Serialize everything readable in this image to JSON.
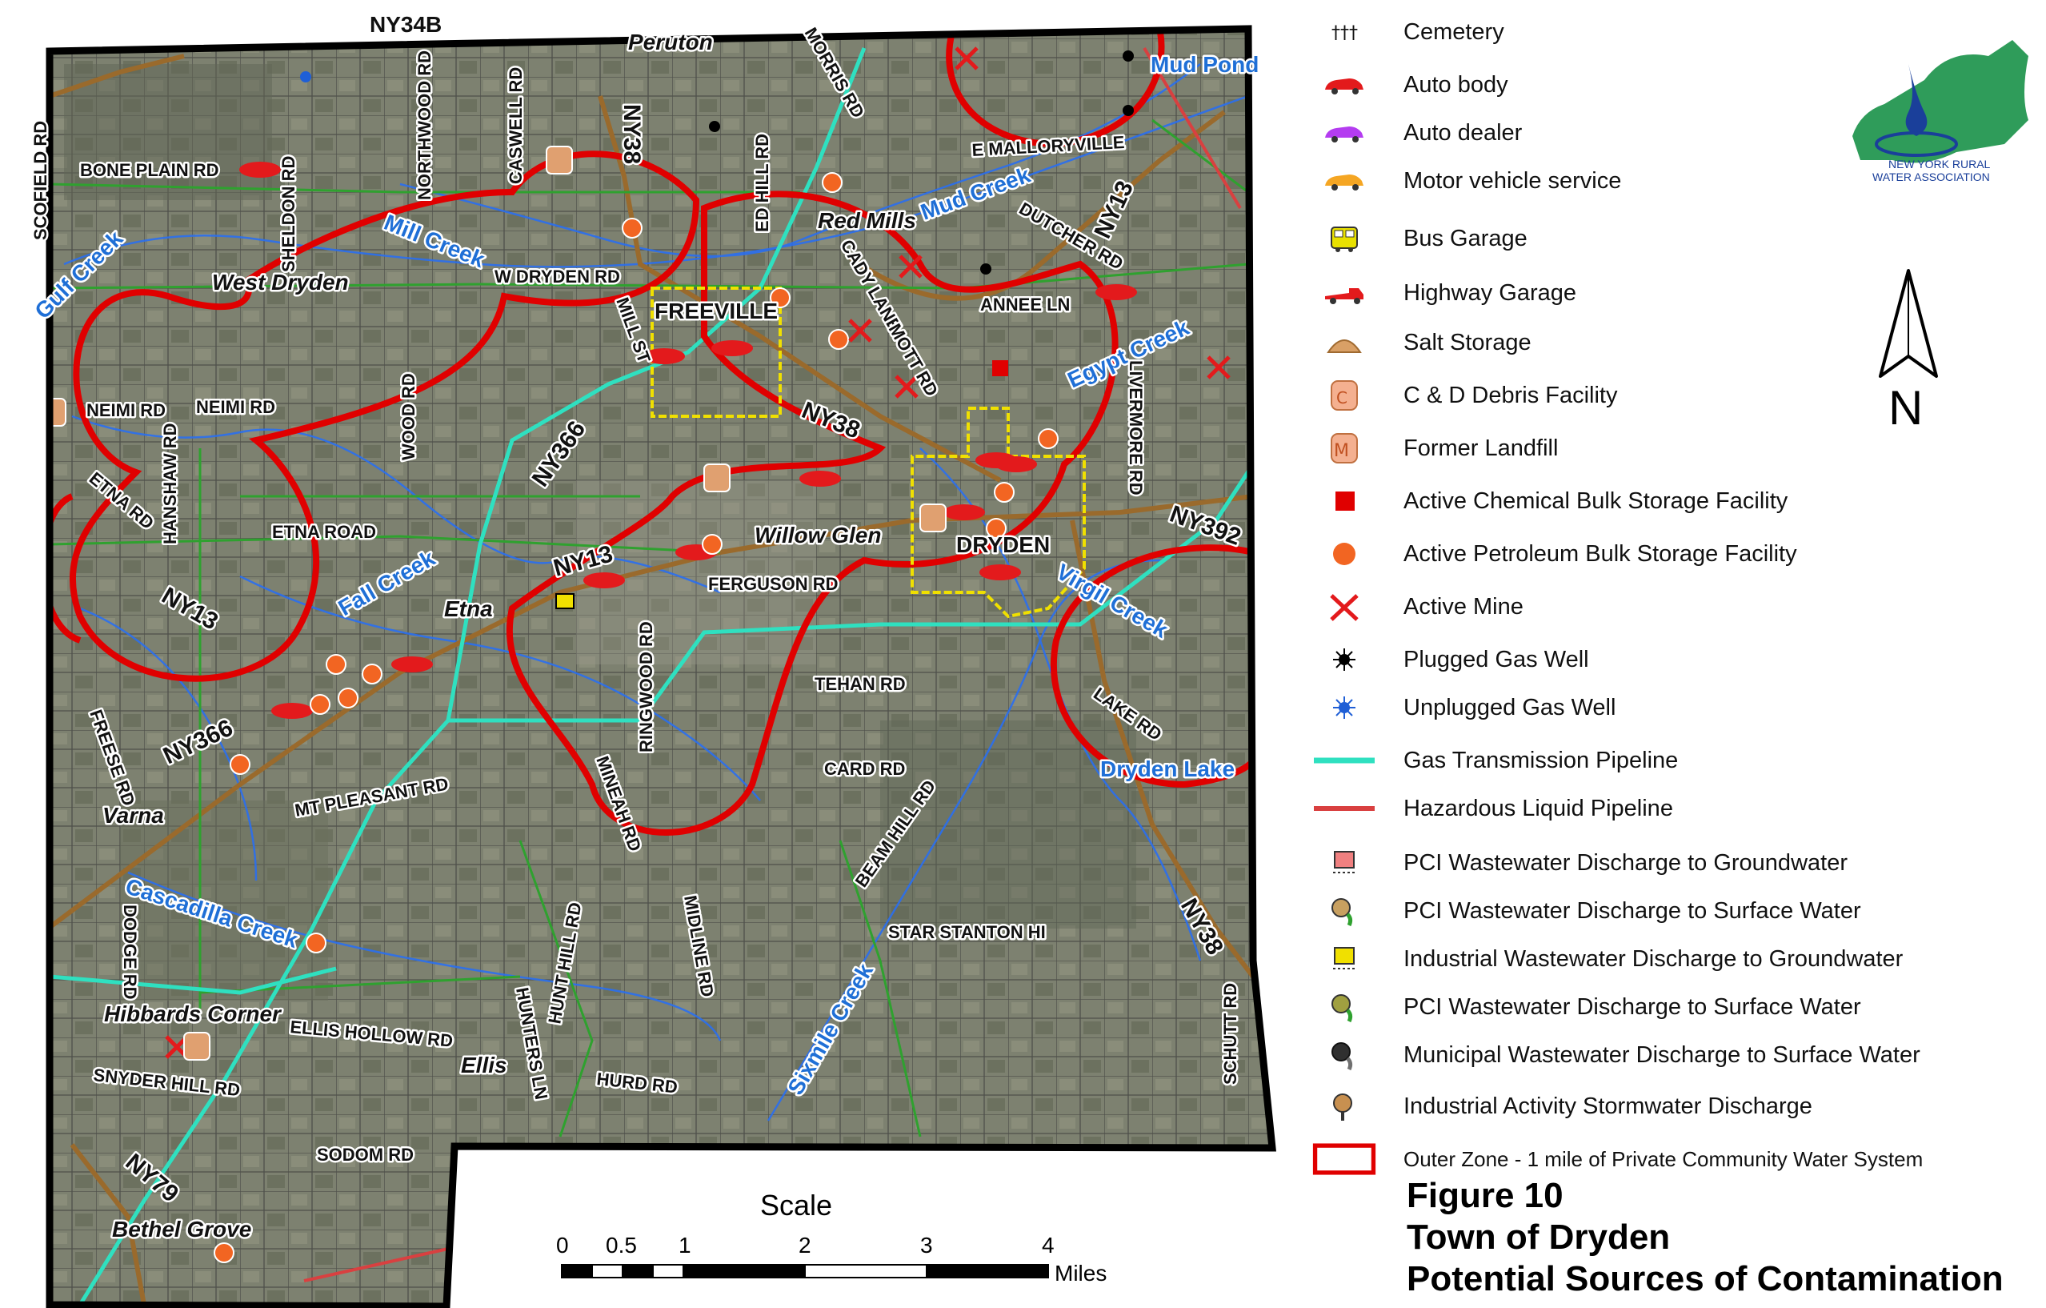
{
  "map": {
    "towns": [
      "FREEVILLE",
      "DRYDEN",
      "Red Mills",
      "West Dryden",
      "Willow Glen",
      "Etna",
      "Varna",
      "Hibbards Corner",
      "Ellis",
      "Bethel Grove",
      "Peruton"
    ],
    "roads": [
      "NY34B",
      "NY38",
      "NY13",
      "NY366",
      "NY392",
      "NY79",
      "SCOFIELD RD",
      "BONE PLAIN RD",
      "SHELDON RD",
      "NORTHWOOD RD",
      "CASWELL RD",
      "MORRIS RD",
      "ED HILL RD",
      "E MALLORYVILLE",
      "DUTCHER RD",
      "W DRYDEN RD",
      "MILL ST",
      "CADY LANE",
      "MOTT RD",
      "ANNEE LN",
      "LIVERMORE RD",
      "NEIMI RD",
      "WOOD RD",
      "ETNA RD",
      "HANSHAW RD",
      "ETNA ROAD",
      "FERGUSON RD",
      "TEHAN RD",
      "RINGWOOD RD",
      "MINEAH RD",
      "CARD RD",
      "LAKE RD",
      "MT PLEASANT RD",
      "FREESE RD",
      "BEAM HILL RD",
      "STAR STANTON HI",
      "DODGE RD",
      "HUNT HILL RD",
      "MIDLINE RD",
      "ELLIS HOLLOW RD",
      "SNYDER HILL RD",
      "HUNTERS LN",
      "HURD RD",
      "SODOM RD",
      "SCHUTT RD"
    ],
    "waters": [
      "Mud Pond",
      "Mud Creek",
      "Mill Creek",
      "Gulf Creek",
      "Egypt Creek",
      "Fall Creek",
      "Virgil Creek",
      "Dryden Lake",
      "Cascadilla Creek",
      "Sixmile Creek"
    ]
  },
  "legend": {
    "items": [
      {
        "label": "Cemetery",
        "icon": "cemetery-icon"
      },
      {
        "label": "Auto body",
        "icon": "car-icon",
        "color": "#e31a1c"
      },
      {
        "label": "Auto dealer",
        "icon": "car-icon",
        "color": "#b43cf0"
      },
      {
        "label": "Motor vehicle service",
        "icon": "car-icon",
        "color": "#f5a623"
      },
      {
        "label": "Bus Garage",
        "icon": "bus-icon",
        "color": "#d8d000"
      },
      {
        "label": "Highway Garage",
        "icon": "truck-icon",
        "color": "#e31a1c"
      },
      {
        "label": "Salt Storage",
        "icon": "salt-pile-icon",
        "color": "#d9a066"
      },
      {
        "label": "C & D Debris Facility",
        "icon": "debris-icon",
        "color": "#f0a070"
      },
      {
        "label": "Former Landfill",
        "icon": "landfill-icon",
        "color": "#f0a070"
      },
      {
        "label": "Active Chemical Bulk Storage Facility",
        "icon": "square-icon",
        "color": "#e00000"
      },
      {
        "label": "Active Petroleum Bulk Storage Facility",
        "icon": "circle-icon",
        "color": "#f26522"
      },
      {
        "label": "Active Mine",
        "icon": "pickaxe-icon",
        "color": "#e31a1c"
      },
      {
        "label": "Plugged Gas Well",
        "icon": "plugged-well-icon",
        "color": "#000000"
      },
      {
        "label": "Unplugged Gas Well",
        "icon": "unplugged-well-icon",
        "color": "#1f5fd6"
      },
      {
        "label": "Gas Transmission Pipeline",
        "icon": "line-icon",
        "color": "#2fe0c0"
      },
      {
        "label": "Hazardous Liquid Pipeline",
        "icon": "line-icon",
        "color": "#d94040"
      },
      {
        "label": "PCI Wastewater Discharge to Groundwater",
        "icon": "groundwater-discharge-icon",
        "color": "#f08080"
      },
      {
        "label": "PCI Wastewater Discharge to Surface Water",
        "icon": "surface-discharge-icon",
        "color": "#c8a060"
      },
      {
        "label": "Industrial Wastewater Discharge to Groundwater",
        "icon": "groundwater-discharge-icon",
        "color": "#f0e000"
      },
      {
        "label": "PCI Wastewater Discharge to Surface Water",
        "icon": "surface-discharge-icon",
        "color": "#a0a040"
      },
      {
        "label": "Municipal Wastewater Discharge to Surface Water",
        "icon": "surface-discharge-icon",
        "color": "#303030"
      },
      {
        "label": "Industrial Activity Stormwater Discharge",
        "icon": "stormwater-icon",
        "color": "#c89050"
      },
      {
        "label": "Outer Zone - 1 mile of Private Community Water System",
        "icon": "zone-box-icon",
        "color": "#e00000"
      }
    ]
  },
  "logo": {
    "line1": "NEW YORK RURAL",
    "line2": "WATER ASSOCIATION"
  },
  "north_label": "N",
  "scale": {
    "title": "Scale",
    "ticks": [
      "0",
      "0.5",
      "1",
      "2",
      "3",
      "4"
    ],
    "units": "Miles"
  },
  "figure": {
    "line1": "Figure 10",
    "line2": "Town of Dryden",
    "line3": "Potential Sources of Contamination"
  }
}
